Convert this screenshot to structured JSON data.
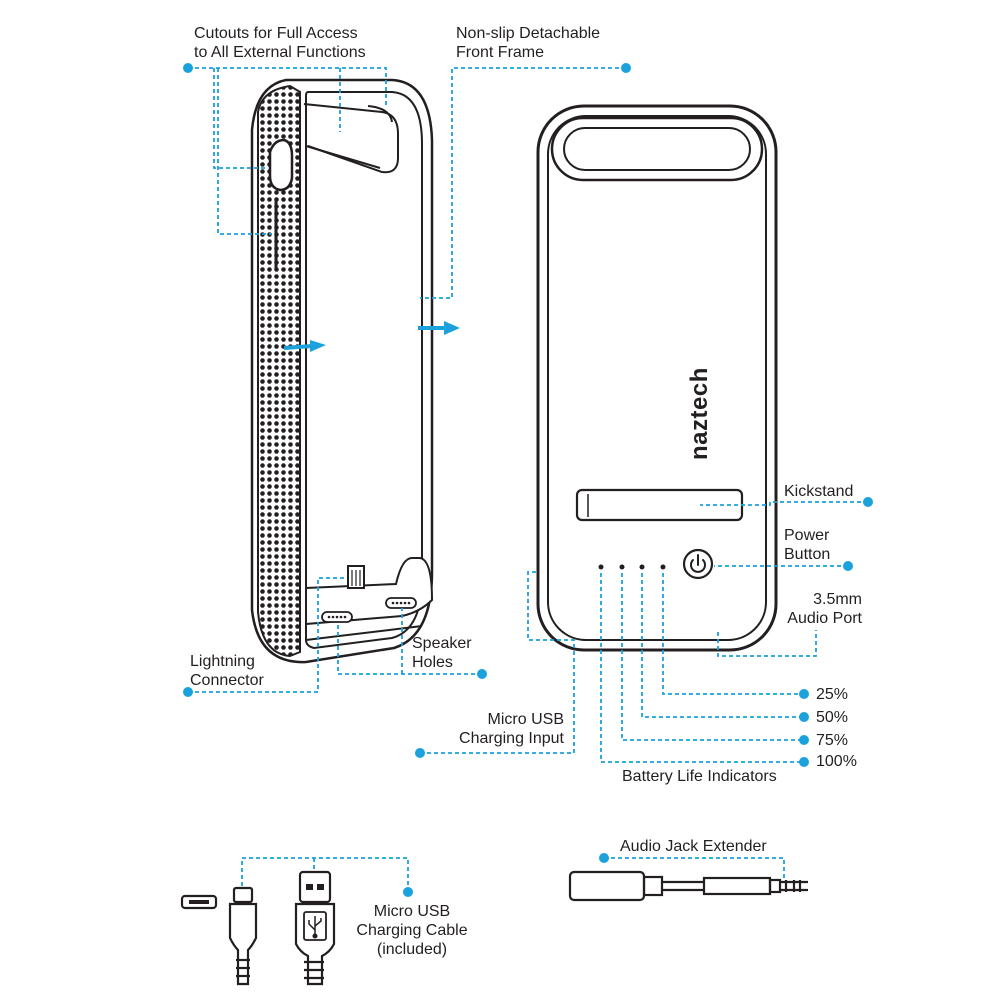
{
  "brand": "naztech",
  "colors": {
    "accent": "#1ba1dc",
    "outline": "#231f20"
  },
  "labels": {
    "cutouts": [
      "Cutouts for Full Access",
      "to All External Functions"
    ],
    "front_frame": [
      "Non-slip Detachable",
      "Front Frame"
    ],
    "kickstand": "Kickstand",
    "power_button": [
      "Power",
      "Button"
    ],
    "audio_port": [
      "3.5mm",
      "Audio Port"
    ],
    "lightning": [
      "Lightning",
      "Connector"
    ],
    "speaker": [
      "Speaker",
      "Holes"
    ],
    "micro_usb_input": [
      "Micro USB",
      "Charging Input"
    ],
    "battery_25": "25%",
    "battery_50": "50%",
    "battery_75": "75%",
    "battery_100": "100%",
    "battery_indicators": "Battery Life Indicators",
    "audio_jack_extender": "Audio Jack Extender",
    "charging_cable": [
      "Micro USB",
      "Charging Cable",
      "(included)"
    ]
  }
}
